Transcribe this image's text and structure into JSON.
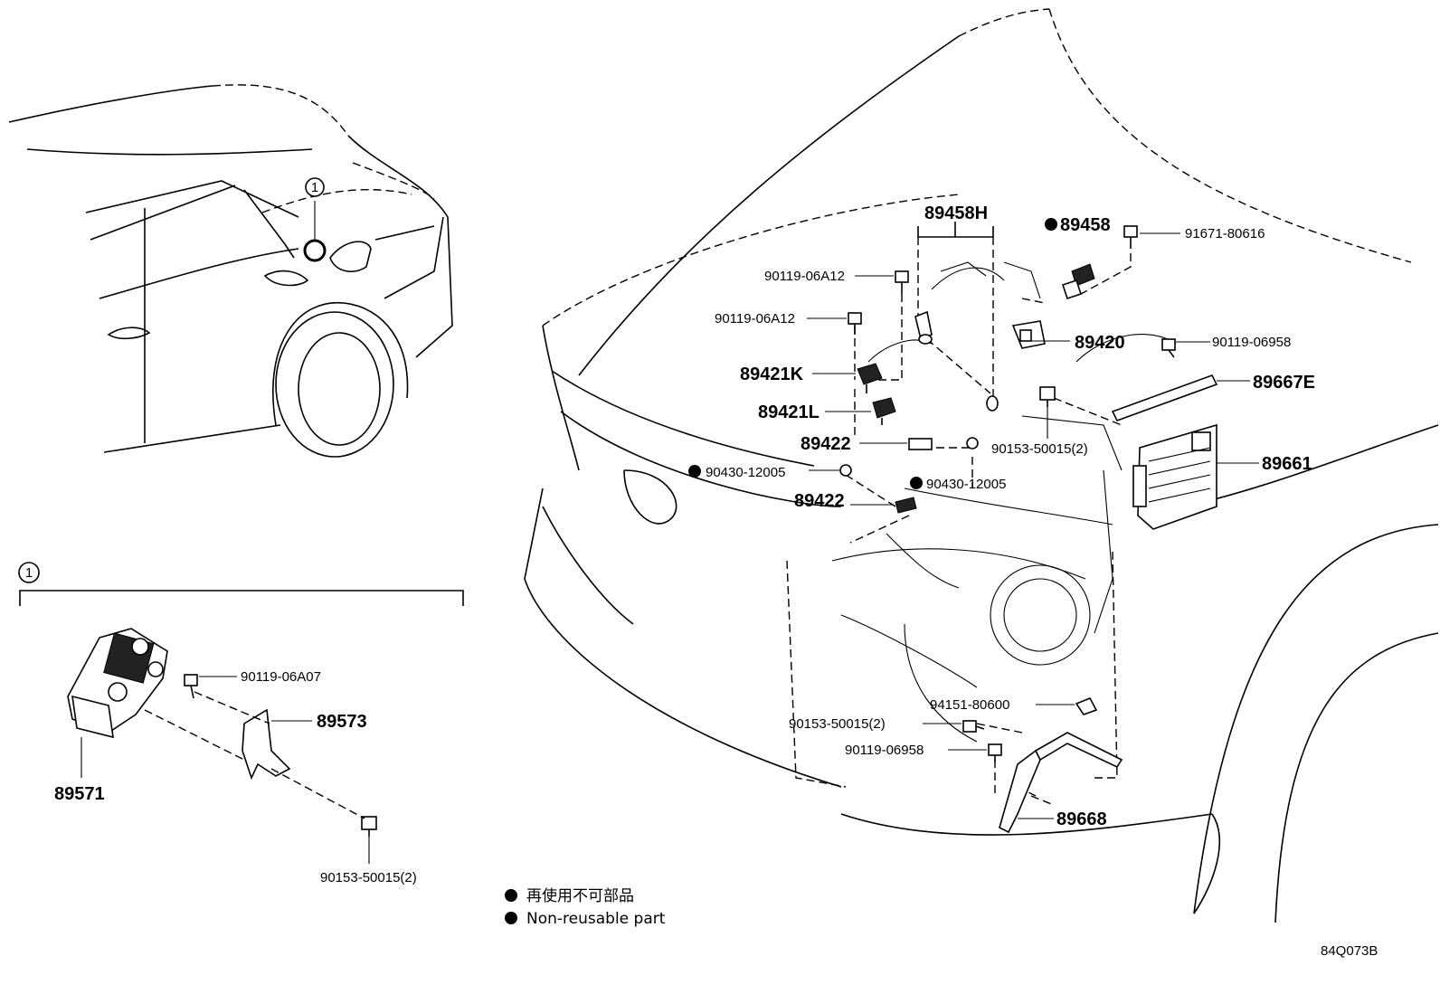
{
  "callout_marker": "1",
  "inset": {
    "marker": "1"
  },
  "parts": {
    "p_89458H": "89458H",
    "p_89458": "89458",
    "p_91671_80616": "91671-80616",
    "p_90119_06A12_a": "90119-06A12",
    "p_90119_06A12_b": "90119-06A12",
    "p_89420": "89420",
    "p_90119_06958_a": "90119-06958",
    "p_89421K": "89421K",
    "p_89667E": "89667E",
    "p_89421L": "89421L",
    "p_89422_a": "89422",
    "p_90153_50015_a": "90153-50015(2)",
    "p_89661": "89661",
    "p_90430_12005_a": "90430-12005",
    "p_90430_12005_b": "90430-12005",
    "p_89422_b": "89422",
    "p_94151_80600": "94151-80600",
    "p_90153_50015_b": "90153-50015(2)",
    "p_90119_06958_b": "90119-06958",
    "p_89668": "89668",
    "p_90119_06A07": "90119-06A07",
    "p_89573": "89573",
    "p_89571": "89571",
    "p_90153_50015_c": "90153-50015(2)"
  },
  "legend": {
    "jp": "再使用不可部品",
    "en": "Non-reusable part"
  },
  "diagram_code": "84Q073B"
}
